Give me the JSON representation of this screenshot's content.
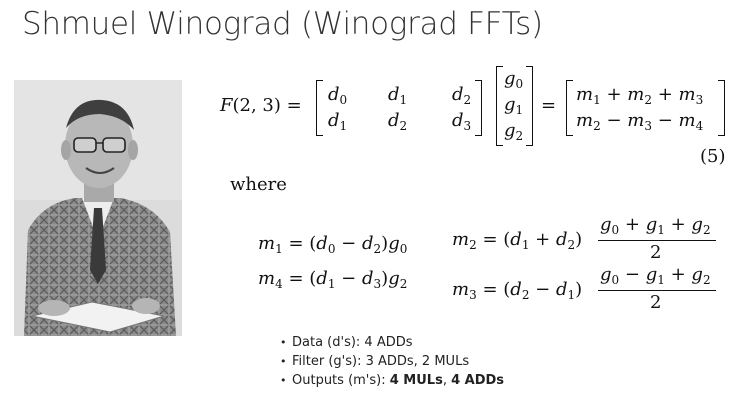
{
  "slide": {
    "title": "Shmuel Winograd (Winograd FFTs)",
    "where": "where",
    "equation_number": "(5)"
  },
  "bullets": [
    {
      "text": "Data (d's): 4 ADDs",
      "bold": "",
      "sep": "",
      "bold2": ""
    },
    {
      "text": "Filter (g's): 3 ADDs, 2 MULs",
      "bold": "",
      "sep": "",
      "bold2": ""
    },
    {
      "text": "Outputs (m's): ",
      "bold": "4 MULs",
      "sep": ", ",
      "bold2": "4 ADDs"
    }
  ],
  "icons": {
    "bullet": "bullet-dot",
    "photo": "portrait-photo"
  }
}
